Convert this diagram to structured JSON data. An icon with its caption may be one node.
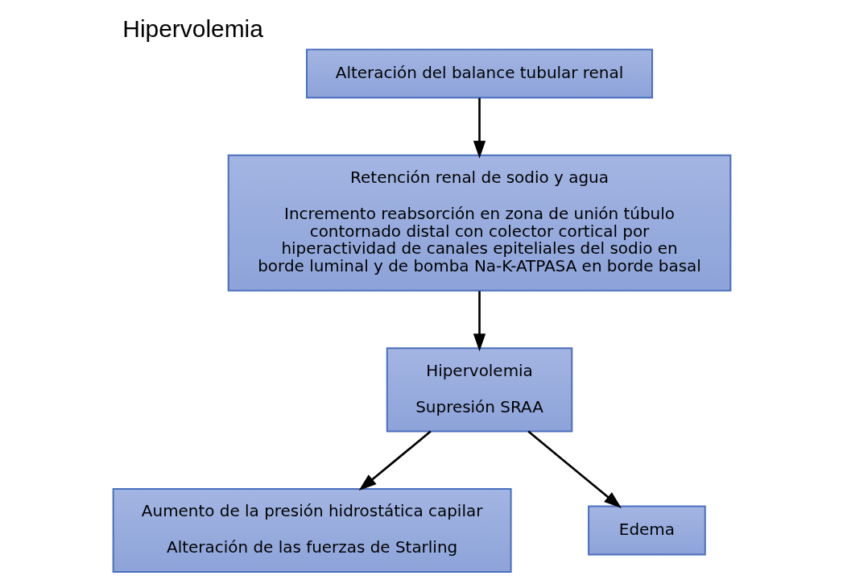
{
  "diagram": {
    "title": "Hipervolemia",
    "nodes": [
      {
        "text": [
          "Alteración del balance tubular renal"
        ]
      },
      {
        "text": [
          "Retención renal de sodio y agua",
          "Incremento reabsorción en zona de unión túbulo contornado distal con colector cortical por hiperactividad de canales epiteliales del sodio en borde luminal y de bomba Na-K-ATPASA en borde basal"
        ]
      },
      {
        "text": [
          "Hipervolemia",
          "Supresión SRAA"
        ]
      },
      {
        "text": [
          "Aumento de la presión hidrostática capilar",
          "Alteración de las fuerzas de Starling"
        ]
      },
      {
        "text": [
          "Edema"
        ]
      }
    ],
    "edges": [
      {
        "from": 0,
        "to": 1,
        "arrow": "to"
      },
      {
        "from": 1,
        "to": 2,
        "arrow": "to"
      },
      {
        "from": 2,
        "to": 3,
        "arrow": "to"
      },
      {
        "from": 2,
        "to": 4,
        "arrow": "to"
      }
    ]
  }
}
